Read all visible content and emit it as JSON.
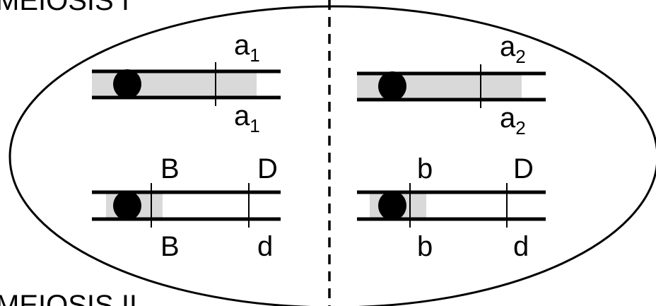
{
  "header_label": "MEIOSIS I",
  "footer_label": "MEIOSIS II",
  "chromosomes": [
    {
      "id": "a-left",
      "top_label": "a",
      "top_sub": "1",
      "bottom_label": "a",
      "bottom_sub": "1"
    },
    {
      "id": "a-right",
      "top_label": "a",
      "top_sub": "2",
      "bottom_label": "a",
      "bottom_sub": "2"
    },
    {
      "id": "bd-left",
      "top_labels": [
        "B",
        "D"
      ],
      "bottom_labels": [
        "B",
        "d"
      ]
    },
    {
      "id": "bd-right",
      "top_labels": [
        "b",
        "D"
      ],
      "bottom_labels": [
        "b",
        "d"
      ]
    }
  ],
  "colors": {
    "stroke": "#000000",
    "shading": "#d9d9d9",
    "background": "#ffffff"
  }
}
